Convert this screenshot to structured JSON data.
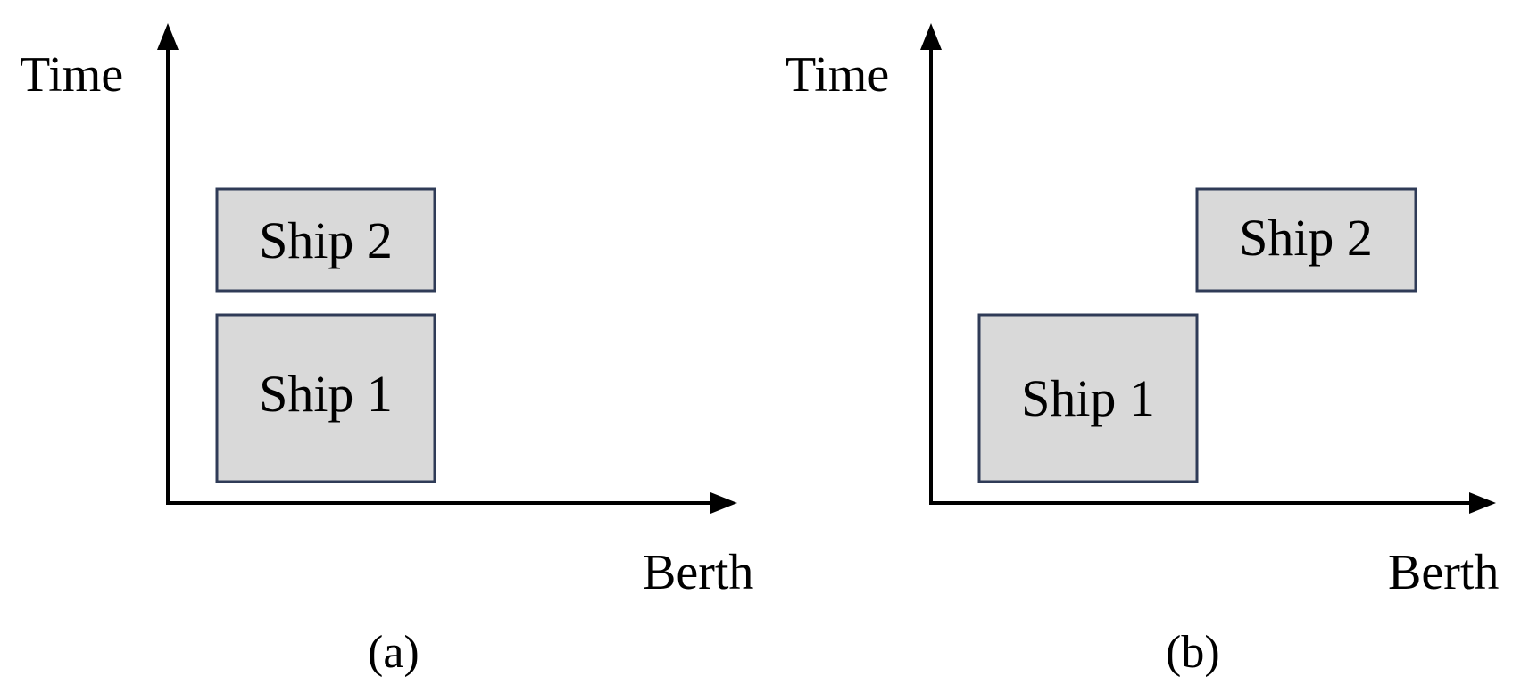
{
  "colors": {
    "ship_fill": "#d9d9d9",
    "ship_stroke": "#2f3b57",
    "axis": "#000000",
    "background": "#ffffff"
  },
  "panels": [
    {
      "id": "a",
      "y_axis_label": "Time",
      "x_axis_label": "Berth",
      "caption": "(a)",
      "ships": [
        {
          "label": "Ship 2"
        },
        {
          "label": "Ship 1"
        }
      ]
    },
    {
      "id": "b",
      "y_axis_label": "Time",
      "x_axis_label": "Berth",
      "caption": "(b)",
      "ships": [
        {
          "label": "Ship 2"
        },
        {
          "label": "Ship 1"
        }
      ]
    }
  ]
}
